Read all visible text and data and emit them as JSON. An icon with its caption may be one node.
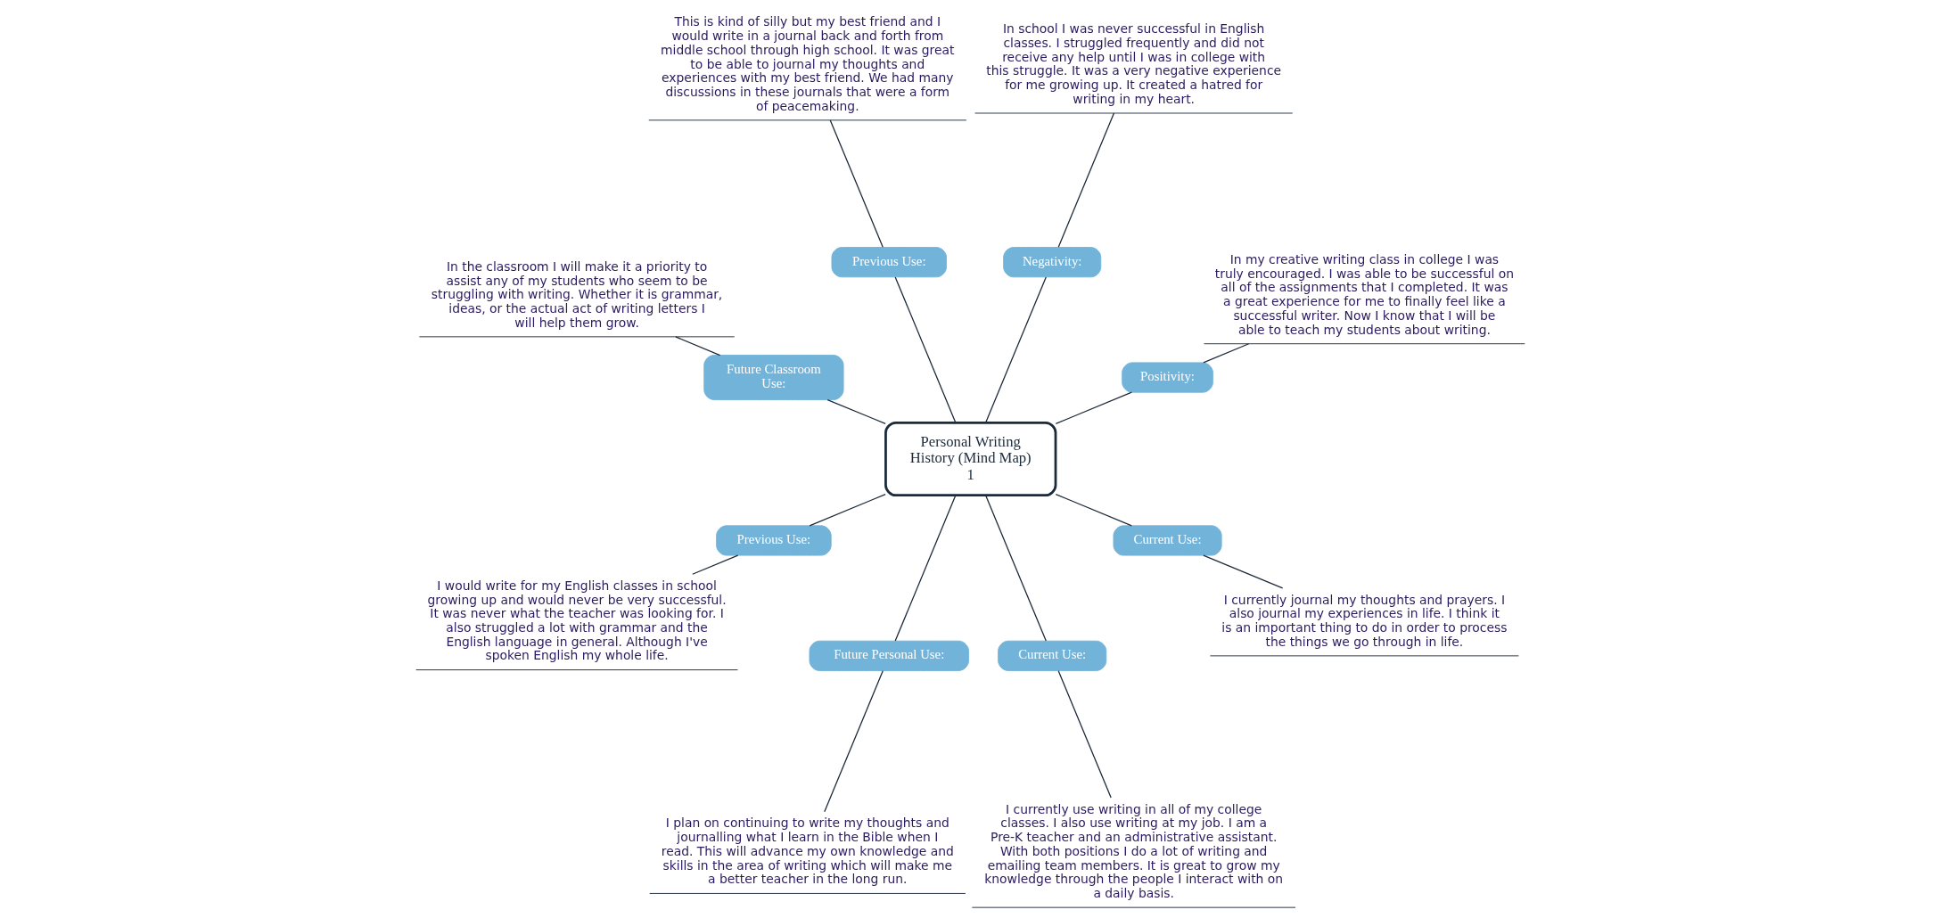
{
  "diagram": {
    "nodes": [
      {
        "text": [
          "Personal Writing History (Mind Map)",
          "1"
        ]
      },
      {
        "text": [
          "Positivity:"
        ]
      },
      {
        "text": [
          "In my creative writing class in college I was truly encouraged. I was able to be successful on all of the assignments that I completed. It was a great experience for me to finally feel like a successful writer. Now I know that I will be able to teach my students about writing."
        ]
      },
      {
        "text": [
          "Negativity:"
        ]
      },
      {
        "text": [
          "In school I was never successful in English classes. I struggled frequently and did not receive any help until I was in college with this struggle. It was a very negative experience for me growing up. It created a hatred for writing in my heart."
        ]
      },
      {
        "text": [
          "Previous Use:"
        ]
      },
      {
        "text": [
          "This is kind of silly but my best friend and I would write in a journal back and forth from middle school through high school. It was great to be able to journal my thoughts and experiences with my best friend. We had many discussions in these journals that were a form of peacemaking."
        ]
      },
      {
        "text": [
          "Future Classroom Use:"
        ]
      },
      {
        "text": [
          "In the classroom I will make it a priority to assist any of my students who seem to be struggling with writing. Whether it is grammar, ideas, or the actual act of writing letters I will help them grow."
        ]
      },
      {
        "text": [
          "Previous Use:"
        ]
      },
      {
        "text": [
          "I would write for my English classes in school growing up and would never be very successful. It was never what the teacher was looking for. I also struggled a lot with grammar and the English language in general. Although I've spoken English my whole life."
        ]
      },
      {
        "text": [
          "Future Personal Use:"
        ]
      },
      {
        "text": [
          "I plan on continuing to write my thoughts and journalling what I learn in the Bible when I read. This will advance my own knowledge and skills in the area of writing which will make me a better teacher in the long run."
        ]
      },
      {
        "text": [
          "Current Use:"
        ]
      },
      {
        "text": [
          "I currently use writing in all of my college classes. I also use writing at my job. I am a Pre-K teacher and an administrative assistant. With both positions I do a lot of writing and emailing team members. It is great to grow my knowledge through the people I interact with on a daily basis."
        ]
      },
      {
        "text": [
          "Current Use:"
        ]
      },
      {
        "text": [
          "I currently journal my thoughts and prayers. I also journal my experiences in life. I think it is an important thing to do in order to process the things we go through in life."
        ]
      }
    ],
    "edges": [
      {
        "from": 0,
        "to": 1,
        "arrow": "none"
      },
      {
        "from": 1,
        "to": 2,
        "arrow": "none"
      },
      {
        "from": 0,
        "to": 3,
        "arrow": "none"
      },
      {
        "from": 3,
        "to": 4,
        "arrow": "none"
      },
      {
        "from": 0,
        "to": 5,
        "arrow": "none"
      },
      {
        "from": 5,
        "to": 6,
        "arrow": "none"
      },
      {
        "from": 0,
        "to": 7,
        "arrow": "none"
      },
      {
        "from": 7,
        "to": 8,
        "arrow": "none"
      },
      {
        "from": 0,
        "to": 9,
        "arrow": "none"
      },
      {
        "from": 9,
        "to": 10,
        "arrow": "none"
      },
      {
        "from": 0,
        "to": 11,
        "arrow": "none"
      },
      {
        "from": 11,
        "to": 12,
        "arrow": "none"
      },
      {
        "from": 0,
        "to": 13,
        "arrow": "none"
      },
      {
        "from": 13,
        "to": 14,
        "arrow": "none"
      },
      {
        "from": 0,
        "to": 15,
        "arrow": "none"
      },
      {
        "from": 15,
        "to": 16,
        "arrow": "none"
      }
    ]
  }
}
